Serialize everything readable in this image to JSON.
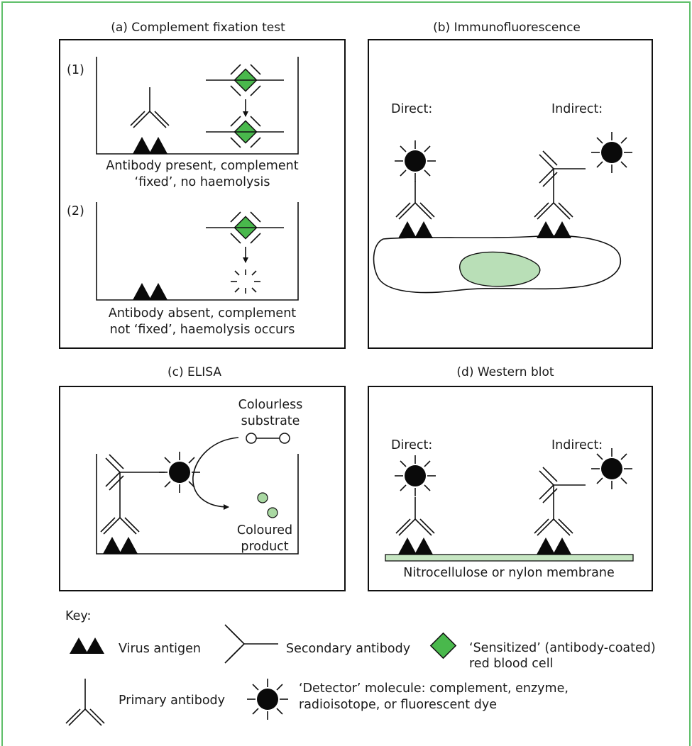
{
  "colors": {
    "frame": "#5fbf6a",
    "rbc": "#49b84c",
    "nucleus": "#b9dfb7",
    "membrane": "#c6e6c2",
    "product": "#a9d8a2",
    "ink": "#111111"
  },
  "panels": {
    "a": {
      "title": "(a) Complement fixation test",
      "row1_num": "(1)",
      "row1_caption_l1": "Antibody present, complement",
      "row1_caption_l2": "‘fixed’, no haemolysis",
      "row2_num": "(2)",
      "row2_caption_l1": "Antibody absent, complement",
      "row2_caption_l2": "not ‘fixed’, haemolysis occurs"
    },
    "b": {
      "title": "(b) Immunofluorescence",
      "direct": "Direct:",
      "indirect": "Indirect:"
    },
    "c": {
      "title": "(c) ELISA",
      "substrate_l1": "Colourless",
      "substrate_l2": "substrate",
      "product_l1": "Coloured",
      "product_l2": "product"
    },
    "d": {
      "title": "(d) Western blot",
      "direct": "Direct:",
      "indirect": "Indirect:",
      "membrane": "Nitrocellulose or nylon membrane"
    }
  },
  "key": {
    "heading": "Key:",
    "virus_antigen": "Virus antigen",
    "secondary_antibody": "Secondary antibody",
    "rbc_l1": "‘Sensitized’ (antibody-coated)",
    "rbc_l2": "red blood cell",
    "primary_antibody": "Primary antibody",
    "detector_l1": "‘Detector’ molecule: complement, enzyme,",
    "detector_l2": "radioisotope, or fluorescent dye"
  }
}
